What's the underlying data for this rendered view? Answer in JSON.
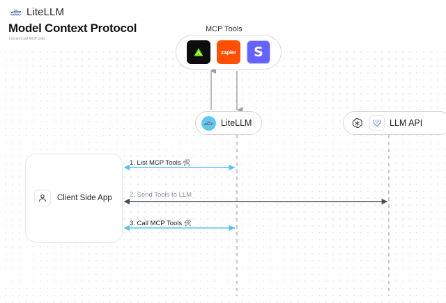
{
  "header": {
    "brand_name": "LiteLLM",
    "brand_icon": "speedboat-icon",
    "title": "Model Context Protocol",
    "subtitle": "List and call MCP tools"
  },
  "diagram": {
    "mcp_tools": {
      "title": "MCP Tools",
      "tools": [
        {
          "name": "triangle-tool-icon",
          "label": "",
          "bg": "#0d0d0f"
        },
        {
          "name": "zapier-icon",
          "label": "zapier",
          "bg": "#ff4f00"
        },
        {
          "name": "slack-icon",
          "label": "S",
          "bg": "#6563ff"
        }
      ]
    },
    "nodes": [
      {
        "id": "litellm",
        "label": "LiteLLM",
        "icon": "litellm-avatar-icon"
      },
      {
        "id": "llm_api",
        "label": "LLM API",
        "icons": [
          "openai-icon",
          "anthropic-icon"
        ]
      }
    ],
    "client": {
      "label": "Client Side App",
      "icon": "user-icon"
    },
    "edges": [
      {
        "id": "e1",
        "label": "1. List MCP Tools",
        "emoji": "🛠",
        "color": "#5bc0f0",
        "direction": "both"
      },
      {
        "id": "e2",
        "label": "2. Send Tools to LLM",
        "emoji": "",
        "color": "#4a4f57",
        "direction": "both"
      },
      {
        "id": "e3",
        "label": "3. Call MCP Tools",
        "emoji": "🛠",
        "color": "#5bc0f0",
        "direction": "both"
      },
      {
        "id": "e_up",
        "label": "",
        "emoji": "",
        "color": "#9aa0a8",
        "direction": "up"
      },
      {
        "id": "e_down",
        "label": "",
        "emoji": "",
        "color": "#9aa0a8",
        "direction": "down"
      }
    ]
  },
  "colors": {
    "accent_blue": "#5bc0f0",
    "arrow_gray": "#4a4f57",
    "dot_grid": "#e9eaec",
    "border": "#d3d7dd"
  }
}
